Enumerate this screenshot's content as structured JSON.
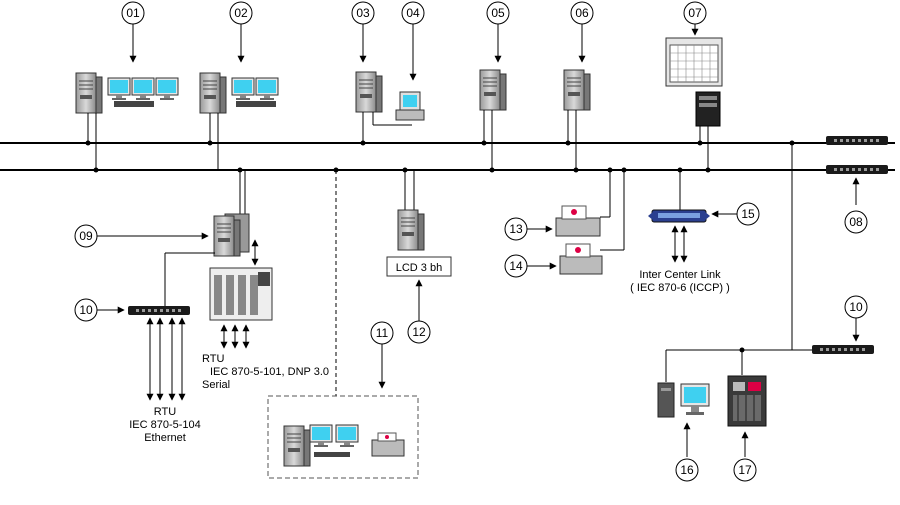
{
  "callouts": {
    "c01": "01",
    "c02": "02",
    "c03": "03",
    "c04": "04",
    "c05": "05",
    "c06": "06",
    "c07": "07",
    "c08": "08",
    "c09": "09",
    "c10a": "10",
    "c10b": "10",
    "c11": "11",
    "c12": "12",
    "c13": "13",
    "c14": "14",
    "c15": "15",
    "c16": "16",
    "c17": "17"
  },
  "labels": {
    "lcd": "LCD 3 bh",
    "icl_line1": "Inter Center Link",
    "icl_line2": "( IEC 870-6 (ICCP) )",
    "rtu_serial_1": "RTU",
    "rtu_serial_2": "IEC 870-5-101, DNP 3.0",
    "rtu_serial_3": "Serial",
    "rtu_eth_1": "RTU",
    "rtu_eth_2": "IEC 870-5-104",
    "rtu_eth_3": "Ethernet"
  },
  "colors": {
    "line": "#000000",
    "server_body": "#c8c8c8",
    "monitor_screen": "#3fd0f0",
    "switch_body": "#1a1a1a",
    "router_body": "#2a3f8f"
  }
}
